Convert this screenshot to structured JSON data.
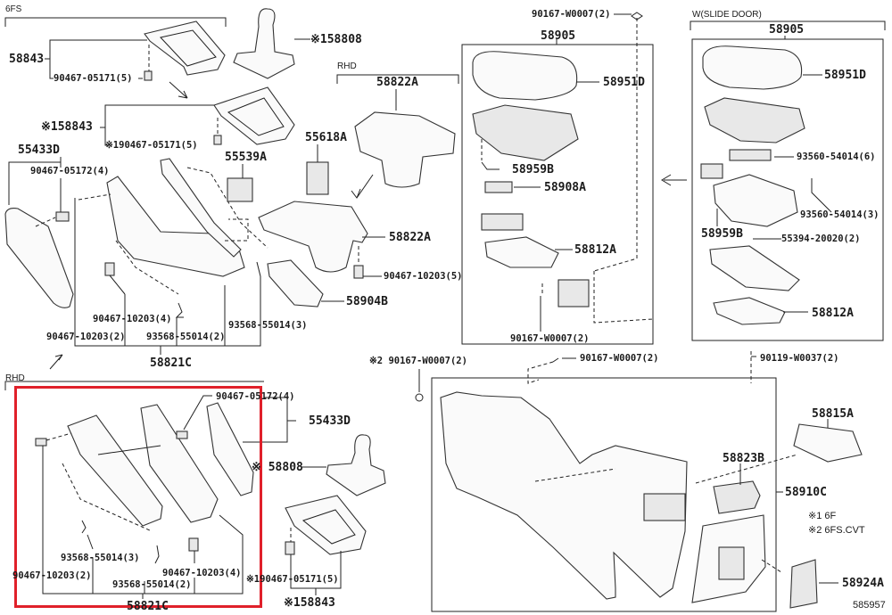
{
  "diagram": {
    "type": "exploded-parts-diagram",
    "figure_id": "585957",
    "group_labels": {
      "6fs": "6FS",
      "rhd_top": "RHD",
      "rhd_bottom": "RHD",
      "slide_door": "W(SLIDE DOOR)"
    },
    "notes": [
      {
        "mark": "※1",
        "text": "6F"
      },
      {
        "mark": "※2",
        "text": "6FS.CVT"
      }
    ],
    "parts": {
      "p58843_top": "58843",
      "p90467_05171_top": "90467-05171(5)",
      "p58808_top": "※158808",
      "p58843_mid": "※158843",
      "p90467_05171_mid": "※190467-05171(5)",
      "p55433d_top": "55433D",
      "p90467_05172_top": "90467-05172(4)",
      "p55539a": "55539A",
      "p55618a": "55618A",
      "p58822a_top": "58822A",
      "p58822a_mid": "58822A",
      "p90467_10203_5": "90467-10203(5)",
      "p58904b": "58904B",
      "p90467_10203_4_top": "90467-10203(4)",
      "p90467_10203_2_top": "90467-10203(2)",
      "p93568_55014_2_top": "93568-55014(2)",
      "p93568_55014_3_top": "93568-55014(3)",
      "p58821c_top": "58821C",
      "p90167_w0007_top": "90167-W0007(2)",
      "p58905_a": "58905",
      "p58951d_a": "58951D",
      "p58959b_a": "58959B",
      "p58908a": "58908A",
      "p58812a_a": "58812A",
      "p90167_w0007_box": "90167-W0007(2)",
      "p58905_b": "58905",
      "p58951d_b": "58951D",
      "p93560_54014_6": "93560-54014(6)",
      "p93560_54014_3": "93560-54014(3)",
      "p58959b_b": "58959B",
      "p55394_20020": "55394-20020(2)",
      "p58812a_b": "58812A",
      "p90167_w0007_note2": "※2 90167-W0007(2)",
      "p90167_w0007_mid": "90167-W0007(2)",
      "p90119_w0037": "90119-W0037(2)",
      "p58815a": "58815A",
      "p58823b": "58823B",
      "p58910c": "58910C",
      "p58924a": "58924A",
      "p90467_05172_bot": "90467-05172(4)",
      "p55433d_bot": "55433D",
      "p58808_bot": "※ 58808",
      "p93568_55014_3_bot": "93568-55014(3)",
      "p90467_10203_2_bot": "90467-10203(2)",
      "p93568_55014_2_bot": "93568-55014(2)",
      "p90467_10203_4_bot": "90467-10203(4)",
      "p90467_05171_bot": "※190467-05171(5)",
      "p58821c_bot": "58821C",
      "p58843_bot": "※158843"
    },
    "highlight": {
      "color": "#e0202a",
      "region": "RHD lower console panel assembly 58821C"
    }
  }
}
